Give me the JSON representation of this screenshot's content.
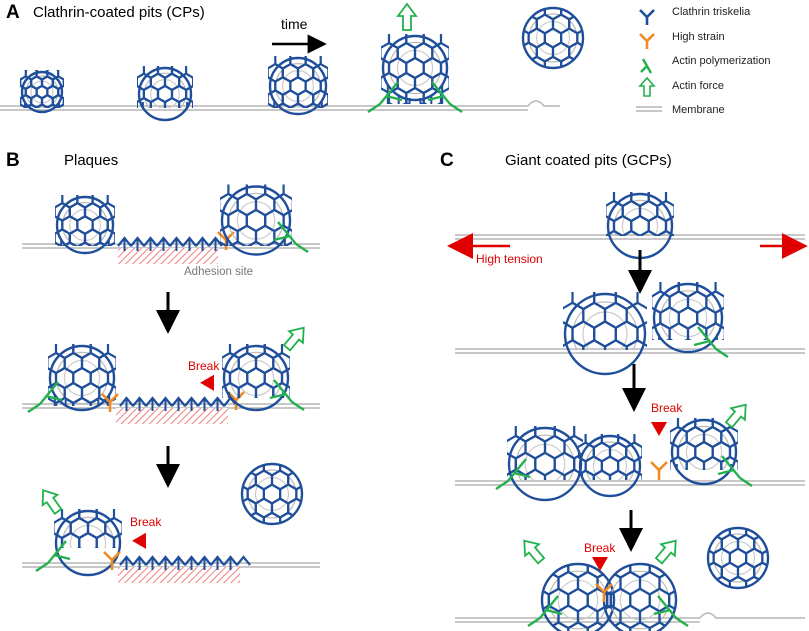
{
  "panel_a": {
    "letter": "A",
    "title": "Clathrin-coated pits (CPs)",
    "time_label": "time"
  },
  "panel_b": {
    "letter": "B",
    "title": "Plaques",
    "adhesion_label": "Adhesion site",
    "break_label_1": "Break",
    "break_label_2": "Break"
  },
  "panel_c": {
    "letter": "C",
    "title": "Giant coated pits (GCPs)",
    "tension_label": "High tension",
    "break_label_1": "Break",
    "break_label_2": "Break"
  },
  "legend": [
    {
      "icon": "clathrin-triskelion-icon",
      "label": "Clathrin triskelia",
      "color": "#1f4e9a"
    },
    {
      "icon": "high-strain-icon",
      "label": "High strain",
      "color": "#f08a24"
    },
    {
      "icon": "actin-polymerization-icon",
      "label": "Actin polymerization",
      "color": "#22b14c"
    },
    {
      "icon": "actin-force-arrow-icon",
      "label": "Actin force",
      "color": "#22b14c"
    },
    {
      "icon": "membrane-icon",
      "label": "Membrane",
      "color": "#b0b0b0"
    }
  ],
  "colors": {
    "clathrin": "#1f4e9a",
    "strain": "#f08a24",
    "actin": "#22b14c",
    "membrane": "#b5b5b5",
    "break": "#e00000",
    "adhesion": "#f08080"
  }
}
